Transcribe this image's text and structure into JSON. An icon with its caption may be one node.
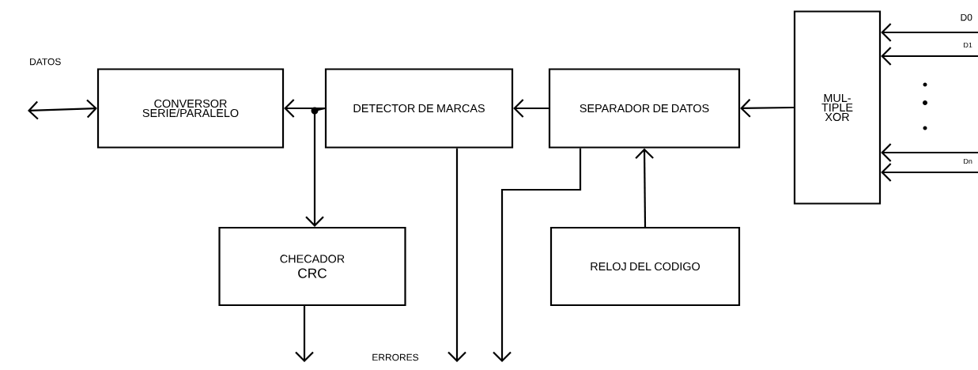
{
  "diagram": {
    "nodes": [
      {
        "text": [
          "CONVERSOR SERIE/PARALELO"
        ]
      },
      {
        "text": [
          "DETECTOR DE MARCAS"
        ]
      },
      {
        "text": [
          "SEPARADOR DE DATOS"
        ]
      },
      {
        "text": [
          "MUL- TIPLE XOR"
        ]
      },
      {
        "text": [
          "CHECADOR",
          "CRC"
        ]
      },
      {
        "text": [
          "RELOJ DEL CODIGO"
        ]
      }
    ],
    "edges": [
      {
        "from": null,
        "to": 0,
        "arrow": "both"
      },
      {
        "from": 1,
        "to": 0,
        "arrow": "to"
      },
      {
        "from": 1,
        "to": 4,
        "arrow": "to"
      },
      {
        "from": 2,
        "to": 1,
        "arrow": "to"
      },
      {
        "from": 3,
        "to": 2,
        "arrow": "to"
      },
      {
        "from": 5,
        "to": 2,
        "arrow": "to"
      },
      {
        "from": 4,
        "to": null,
        "arrow": "to"
      },
      {
        "from": 1,
        "to": null,
        "arrow": "to"
      },
      {
        "from": 2,
        "to": null,
        "arrow": "to"
      },
      {
        "from": null,
        "to": 3,
        "arrow": "to"
      },
      {
        "from": null,
        "to": 3,
        "arrow": "to"
      },
      {
        "from": null,
        "to": 3,
        "arrow": "to"
      },
      {
        "from": null,
        "to": 3,
        "arrow": "to"
      }
    ],
    "labels": [
      "DATOS",
      "D0",
      "D1",
      "Dn",
      "ERRORES"
    ]
  }
}
